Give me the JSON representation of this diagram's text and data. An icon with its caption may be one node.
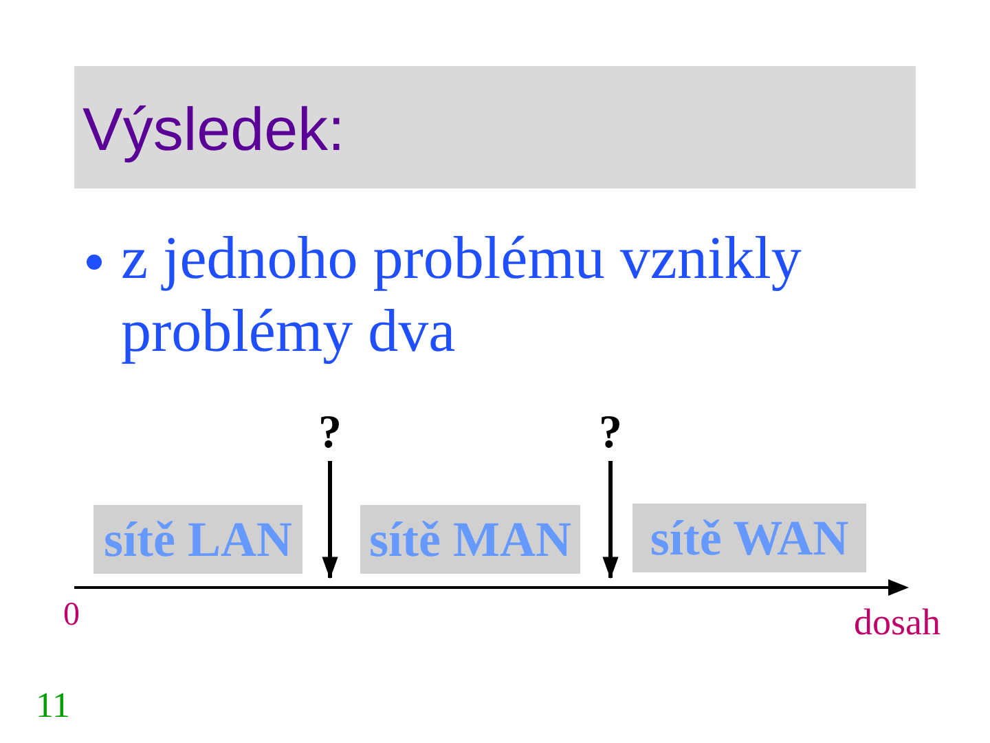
{
  "diagram": {
    "title": "Výsledek:",
    "nodes": [
      {
        "text": [
          "?"
        ]
      },
      {
        "text": [
          "?"
        ]
      },
      {
        "text": [
          "sítě LAN"
        ]
      },
      {
        "text": [
          "sítě MAN"
        ]
      },
      {
        "text": [
          "sítě WAN"
        ]
      },
      {
        "text": [],
        "shape": "arrow"
      }
    ],
    "edges": [
      {
        "from": 0,
        "to": 5,
        "arrow": "to"
      },
      {
        "from": 1,
        "to": 5,
        "arrow": "to"
      }
    ],
    "labels": [
      "z jednoho problému vznikly problémy dva",
      "0",
      "dosah",
      "11"
    ]
  }
}
